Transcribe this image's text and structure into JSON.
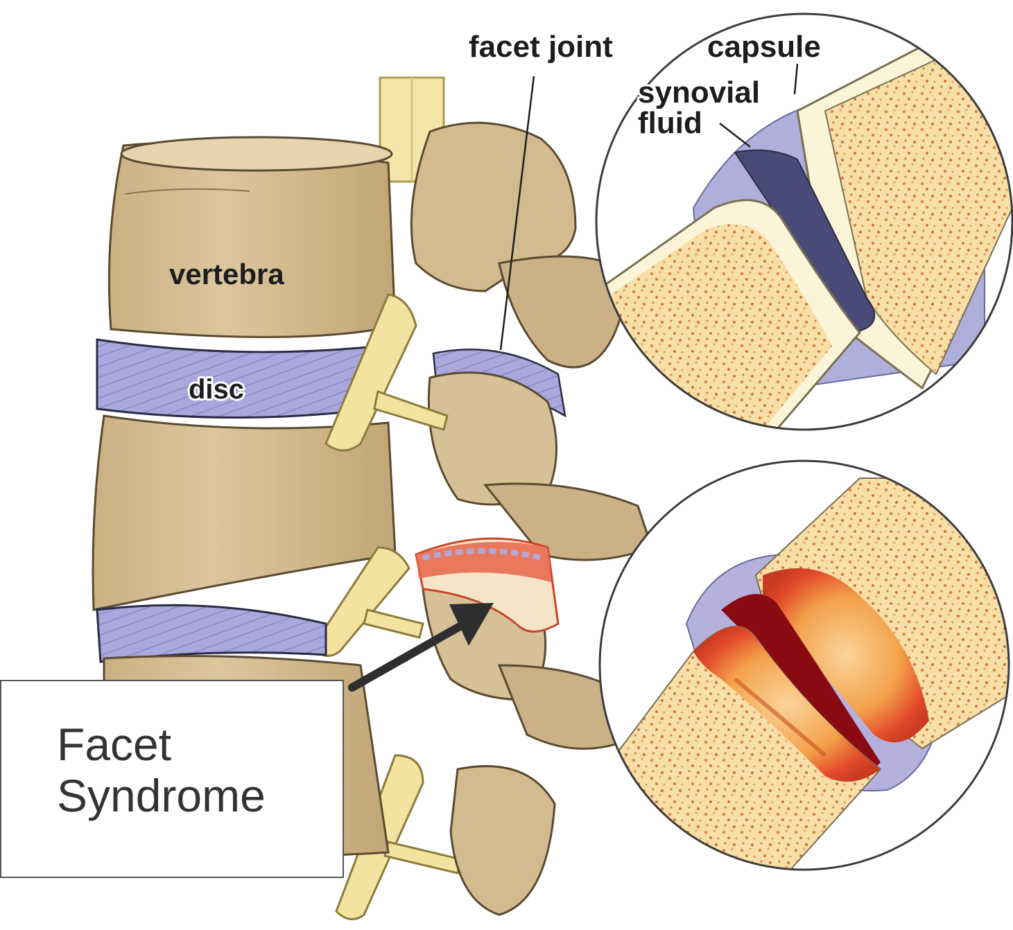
{
  "labels": {
    "facet_joint": "facet joint",
    "capsule": "capsule",
    "synovial": "synovial",
    "fluid": "fluid",
    "vertebra": "vertebra",
    "disc": "disc"
  },
  "callout": {
    "line1": "Facet",
    "line2": "Syndrome"
  },
  "colors": {
    "bone": "#d9c29a",
    "bone_shadow": "#a88c62",
    "disc": "#aaa7dc",
    "nerve": "#f2e3a0",
    "marrow": "#f8dfa8",
    "cartilage": "#fbf4d8",
    "synovial_fluid": "#4a4a78",
    "inflamed": "#e04a2c",
    "arrow": "#2e2e2e"
  }
}
